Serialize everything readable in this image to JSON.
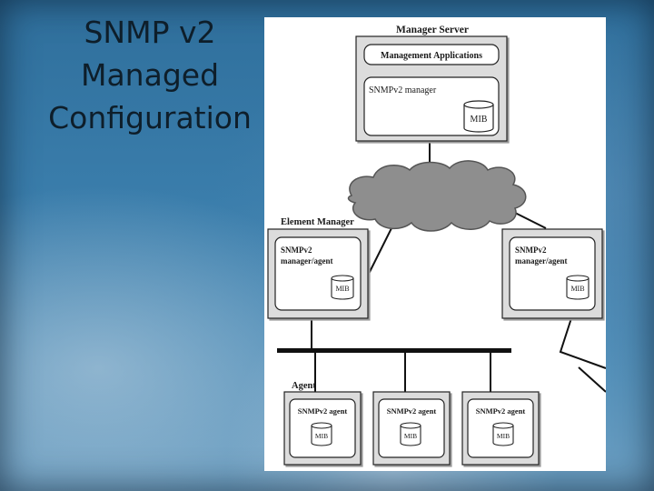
{
  "slide": {
    "title": "SNMP v2 Managed Configuration"
  },
  "diagram": {
    "manager_server": {
      "title": "Manager Server",
      "apps_label": "Management Applications",
      "manager_label": "SNMPv2 manager",
      "mib_label": "MIB"
    },
    "element_manager": {
      "title": "Element Manager",
      "line1": "SNMPv2",
      "line2": "manager/agent",
      "mib_label": "MIB"
    },
    "right_manager_agent": {
      "line1": "SNMPv2",
      "line2": "manager/agent",
      "mib_label": "MIB"
    },
    "agent_group": {
      "title": "Agent",
      "agents": [
        {
          "label": "SNMPv2 agent",
          "mib_label": "MIB"
        },
        {
          "label": "SNMPv2 agent",
          "mib_label": "MIB"
        },
        {
          "label": "SNMPv2 agent",
          "mib_label": "MIB"
        }
      ]
    }
  },
  "colors": {
    "background": "#3a7dab",
    "box_fill": "#d9d9d9",
    "cloud_fill": "#8e8e8e",
    "title_text": "#0e1e2a"
  }
}
